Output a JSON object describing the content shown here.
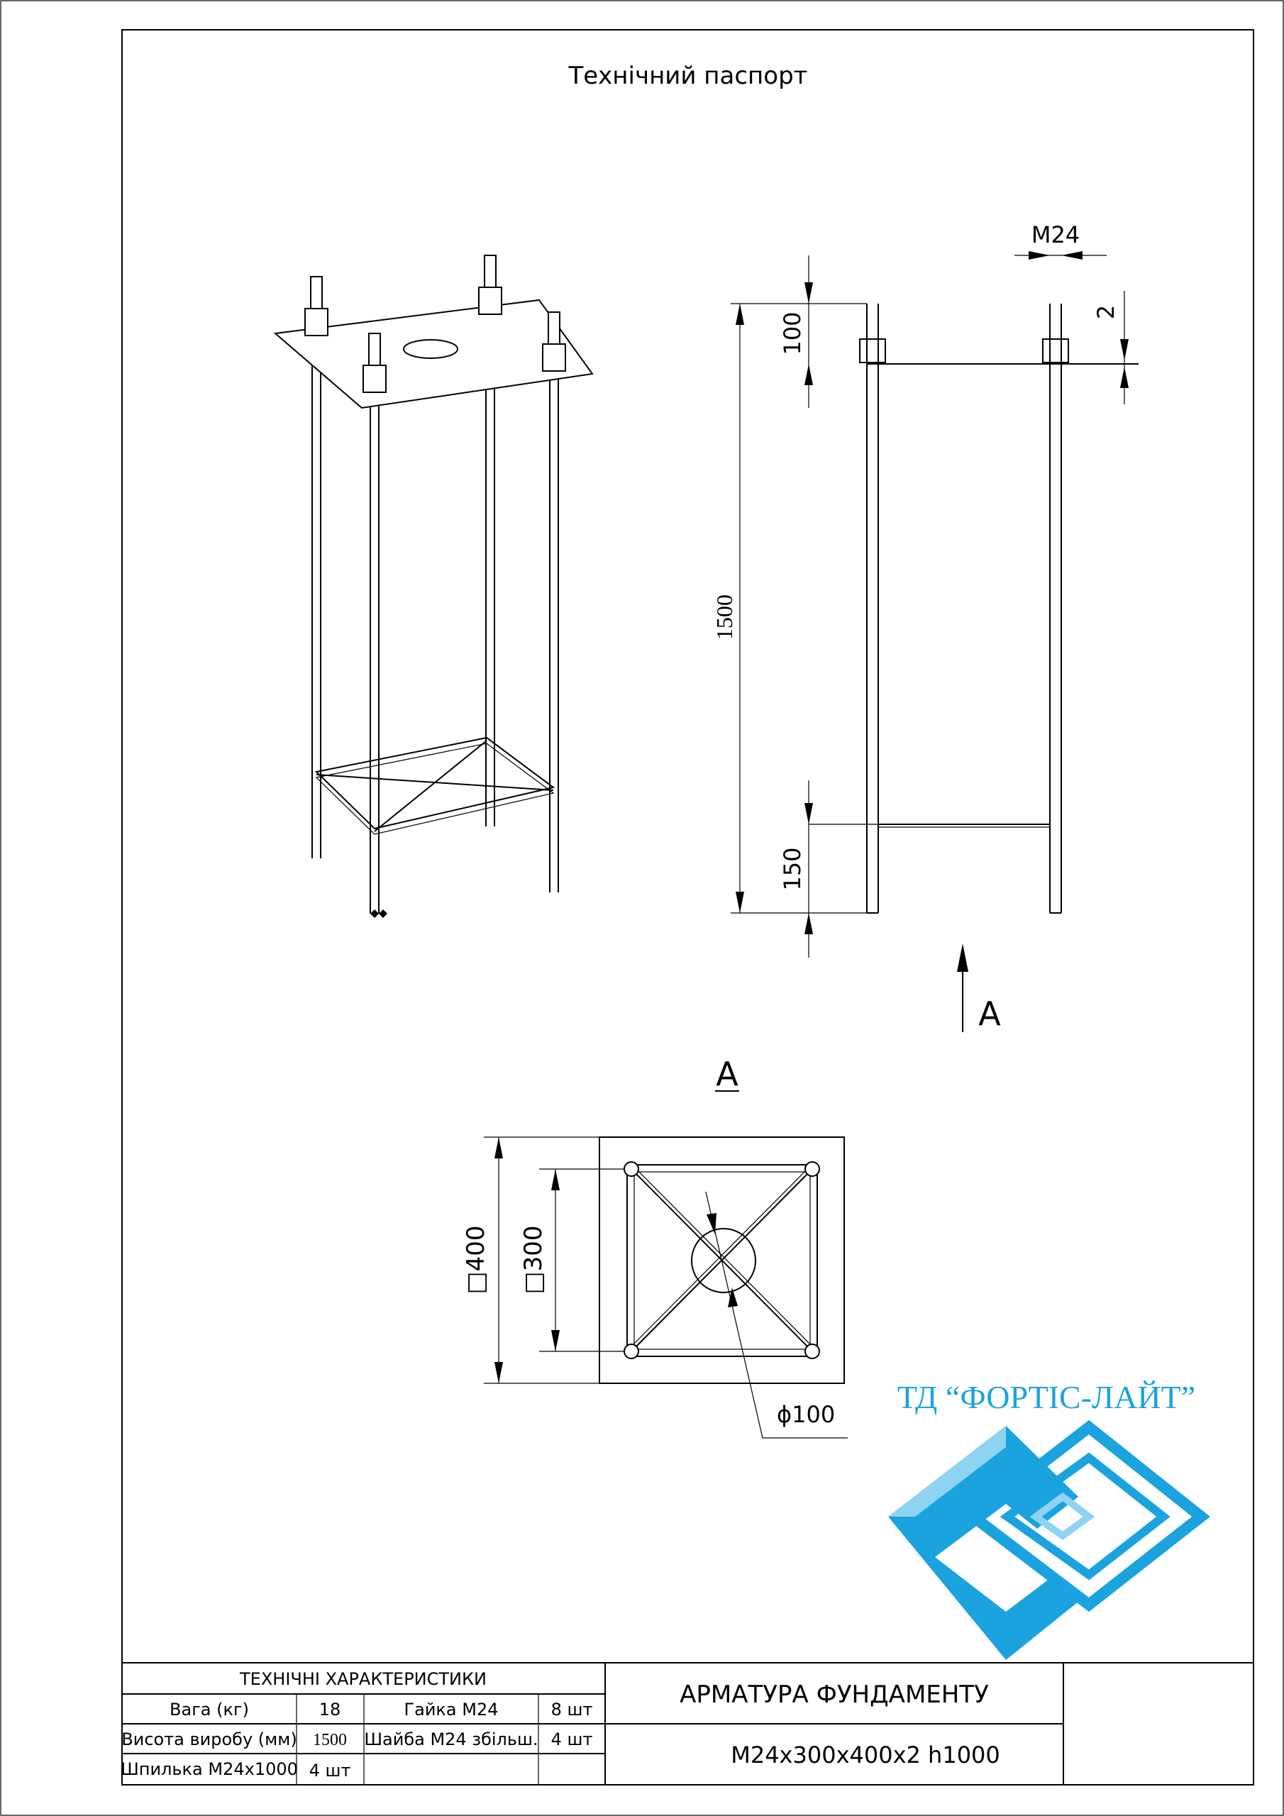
{
  "document": {
    "title": "Технічний паспорт"
  },
  "side_view": {
    "dim_total": "1500",
    "dim_top": "100",
    "dim_bottom": "150",
    "dim_thread": "M24",
    "dim_plate": "2",
    "view_marker": "A"
  },
  "view_a": {
    "label": "A",
    "dim_outer": "□400",
    "dim_inner": "□300",
    "dim_hole": "ϕ100"
  },
  "logo": {
    "company": "ТД “ФОРТІС-ЛАЙТ”",
    "color_primary": "#1aa3de",
    "color_light": "#8fd3f3"
  },
  "specs_table": {
    "header": "ТЕХНІЧНІ ХАРАКТЕРИСТИКИ",
    "rows": [
      [
        "Вага (кг)",
        "18",
        "Гайка М24",
        "8 шт"
      ],
      [
        "Висота виробу (мм)",
        "1500",
        "Шайба М24 збільш.",
        "4 шт"
      ],
      [
        "Шпилька М24х1000",
        "4 шт",
        "",
        ""
      ]
    ]
  },
  "title_block": {
    "product_name": "АРМАТУРА ФУНДАМЕНТУ",
    "product_code": "М24х300х400х2 h1000"
  }
}
